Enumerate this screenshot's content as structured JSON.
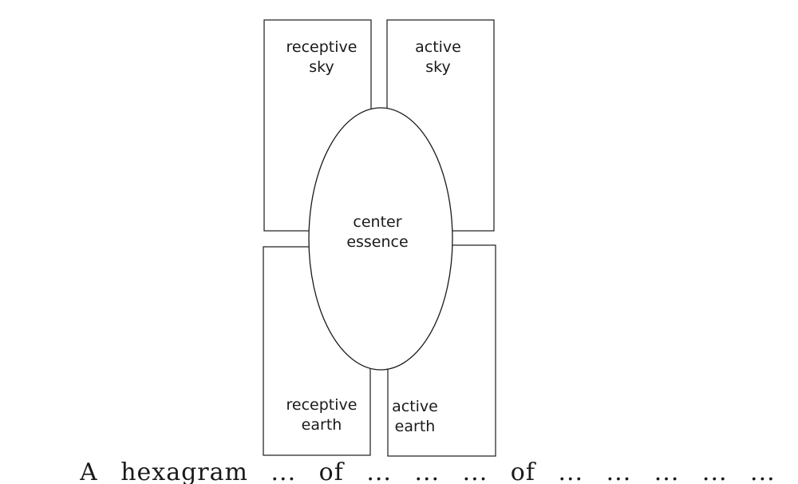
{
  "diagram": {
    "receptive_sky": [
      "receptive",
      "sky"
    ],
    "active_sky": [
      "active",
      "sky"
    ],
    "center": [
      "center",
      "essence"
    ],
    "receptive_earth": [
      "receptive",
      "earth"
    ],
    "active_earth": [
      "active",
      "earth"
    ]
  },
  "caption": "A hexagram ... of ... ... ... of ... ... ... ... ..."
}
